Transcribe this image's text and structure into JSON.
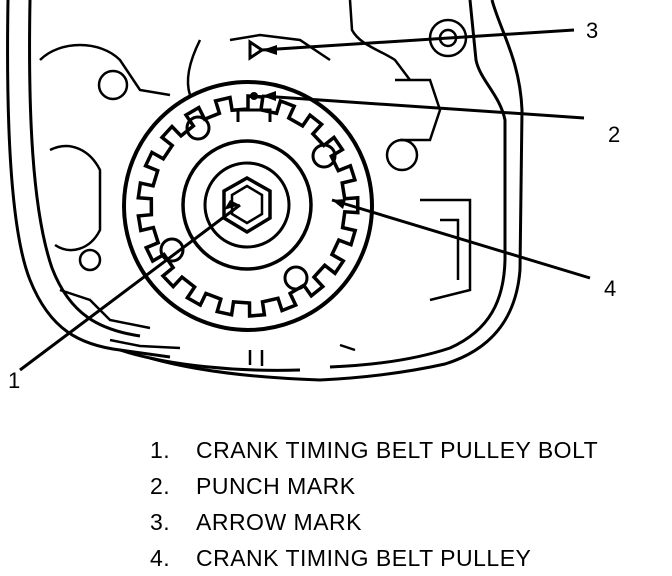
{
  "callouts": [
    {
      "id": "1",
      "label": "1"
    },
    {
      "id": "2",
      "label": "2"
    },
    {
      "id": "3",
      "label": "3"
    },
    {
      "id": "4",
      "label": "4"
    }
  ],
  "legend": [
    {
      "number": "1.",
      "text": "CRANK TIMING BELT PULLEY BOLT"
    },
    {
      "number": "2.",
      "text": "PUNCH MARK"
    },
    {
      "number": "3.",
      "text": "ARROW MARK"
    },
    {
      "number": "4.",
      "text": "CRANK TIMING BELT PULLEY"
    }
  ],
  "colors": {
    "ink": "#000000",
    "paper": "#ffffff"
  }
}
